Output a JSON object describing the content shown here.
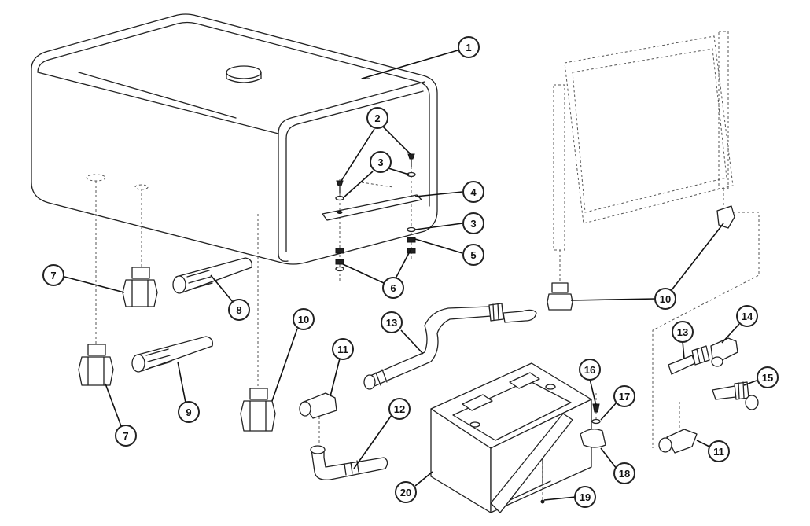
{
  "callouts": {
    "c1": "1",
    "c2": "2",
    "c3a": "3",
    "c3b": "3",
    "c4": "4",
    "c5": "5",
    "c6": "6",
    "c7a": "7",
    "c7b": "7",
    "c8": "8",
    "c9": "9",
    "c10a": "10",
    "c10b": "10",
    "c11a": "11",
    "c11b": "11",
    "c12": "12",
    "c13a": "13",
    "c13b": "13",
    "c14": "14",
    "c15": "15",
    "c16": "16",
    "c17": "17",
    "c18": "18",
    "c19": "19",
    "c20": "20"
  },
  "colors": {
    "line": "#222222",
    "background": "#ffffff"
  }
}
